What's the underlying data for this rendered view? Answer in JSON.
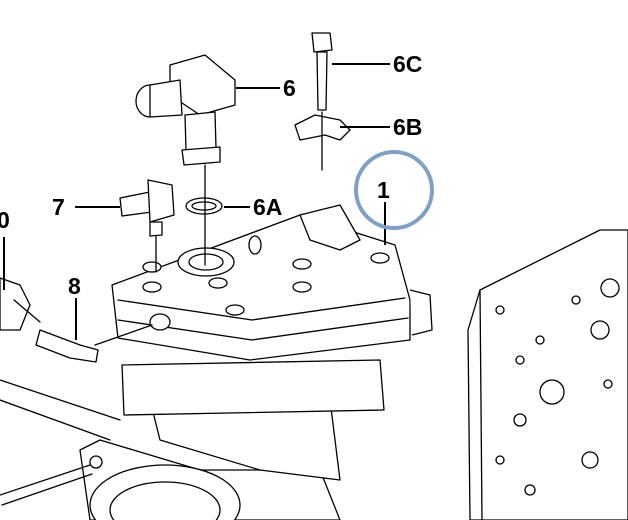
{
  "labels": {
    "p6c": "6C",
    "p6": "6",
    "p6b": "6B",
    "p1": "1",
    "p7": "7",
    "p6a": "6A",
    "p0": "0",
    "p8": "8"
  },
  "highlight_color": "#7f9fc9"
}
